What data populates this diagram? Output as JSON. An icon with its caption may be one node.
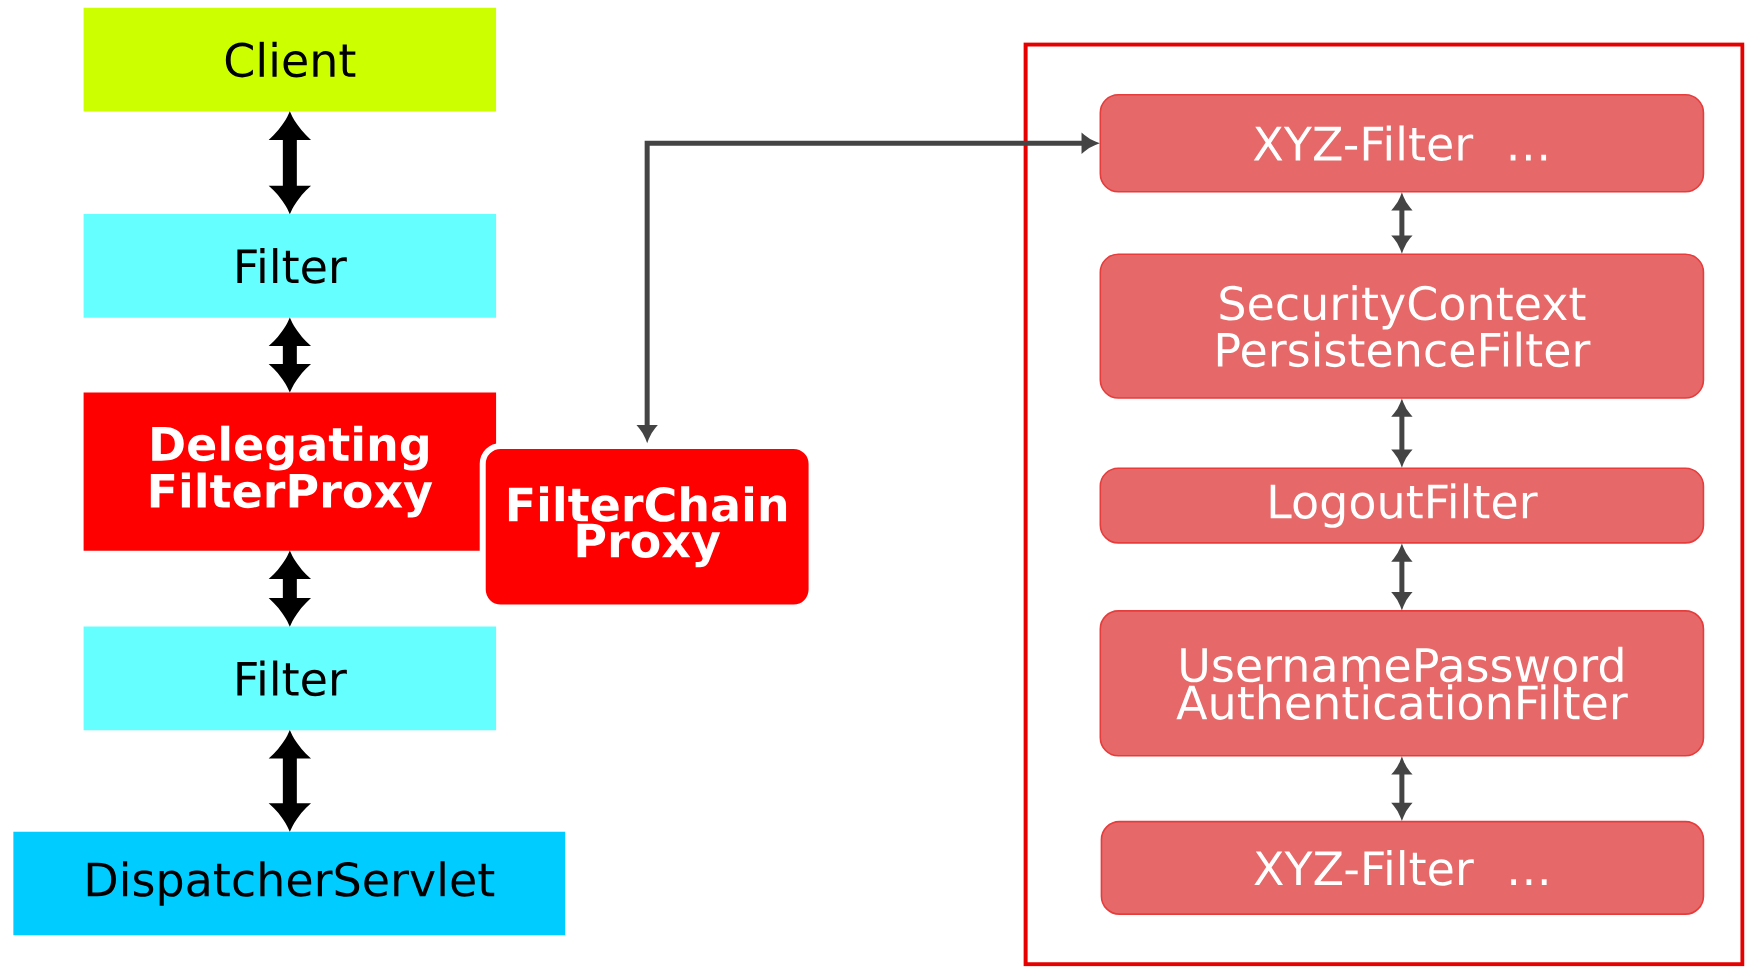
{
  "diagram": {
    "nodes": [
      {
        "text": [
          "Client"
        ]
      },
      {
        "text": [
          "Filter"
        ]
      },
      {
        "text": [
          "Delegating FilterProxy"
        ]
      },
      {
        "text": [
          "FilterChain Proxy"
        ]
      },
      {
        "text": [
          "Filter"
        ]
      },
      {
        "text": [
          "DispatcherServlet"
        ]
      },
      {
        "text": [],
        "shape": "box"
      },
      {
        "text": [
          "XYZ-Filter …"
        ],
        "in": 6
      },
      {
        "text": [
          "SecurityContext PersistenceFilter"
        ],
        "in": 6
      },
      {
        "text": [
          "LogoutFilter"
        ],
        "in": 6
      },
      {
        "text": [
          "UsernamePassword AuthenticationFilter"
        ],
        "in": 6
      },
      {
        "text": [
          "XYZ-Filter …"
        ],
        "in": 6
      }
    ],
    "edges": [
      {
        "from": 0,
        "to": 1,
        "arrow": "both",
        "style": "thick",
        "color": "#000000"
      },
      {
        "from": 1,
        "to": 2,
        "arrow": "both",
        "style": "thick",
        "color": "#000000"
      },
      {
        "from": 2,
        "to": 4,
        "arrow": "both",
        "style": "thick",
        "color": "#000000"
      },
      {
        "from": 4,
        "to": 5,
        "arrow": "both",
        "style": "thick",
        "color": "#000000"
      },
      {
        "from": 3,
        "to": 7,
        "arrow": "both"
      },
      {
        "from": 7,
        "to": 8,
        "arrow": "both"
      },
      {
        "from": 8,
        "to": 9,
        "arrow": "both"
      },
      {
        "from": 9,
        "to": 10,
        "arrow": "both"
      },
      {
        "from": 10,
        "to": 11,
        "arrow": "both"
      }
    ]
  }
}
